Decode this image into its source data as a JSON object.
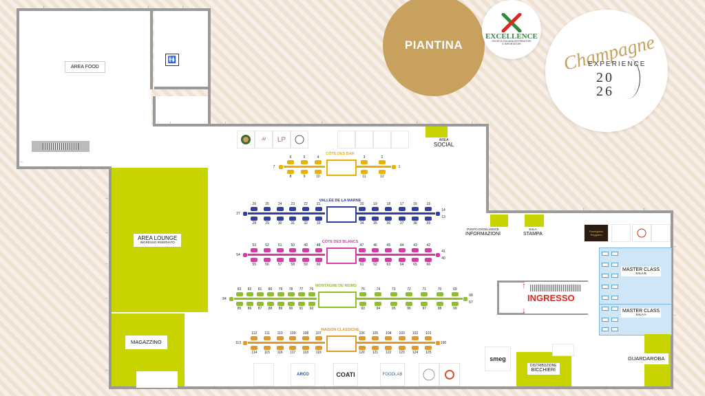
{
  "header": {
    "title": "PIANTINA",
    "excellence_logo_text": "EXCELLENCE",
    "excellence_sub": "SOCIETÀ ITALIANA DISTRIBUTORI E IMPORTATORI",
    "champagne_logo_text": "Champagne",
    "champagne_experience": "EXPERIENCE",
    "champagne_year_top": "20",
    "champagne_year_bottom": "26"
  },
  "areas": {
    "food": "AREA FOOD",
    "lounge": "AREA LOUNGE",
    "lounge_sub": "INGRESSO RISERVATO",
    "magazzino": "MAGAZZINO",
    "social_1": "AREA",
    "social_2": "SOCIAL",
    "info_1": "PUNTO EXCELLENCE",
    "info_2": "INFORMAZIONI",
    "stampa_1": "SALA",
    "stampa_2": "STAMPA",
    "ingresso": "INGRESSO",
    "mc_b_1": "MASTER CLASS",
    "mc_b_2": "SALA B",
    "mc_a_1": "MASTER CLASS",
    "mc_a_2": "SALA A",
    "guardaroba": "GUARDAROBA",
    "bicchieri_1": "DISTRIBUZIONE",
    "bicchieri_2": "BICCHIERI"
  },
  "sponsors": {
    "smeg": "smeg",
    "coati": "COATI",
    "foodlab": "FOODLAB",
    "arco": "ARCO",
    "poor": "Parmigiano Reggiano"
  },
  "colors": {
    "lime": "#c8d400",
    "gold": "#c9a15e",
    "wall": "#9a9a9a",
    "bar": "#e8b200",
    "marne": "#2f3fa0",
    "blancs": "#d63aa8",
    "reims": "#8cbf2a",
    "classiche": "#e09a2c",
    "ingresso": "#e2261b"
  },
  "rows": [
    {
      "title": "CÔTE DES BAR",
      "color": "#e8b200",
      "top_nums": [
        "6",
        "5",
        "4",
        "3",
        "2"
      ],
      "bottom_nums": [
        "8",
        "9",
        "10",
        "11",
        "12"
      ],
      "left_num": "7",
      "right_num": "1"
    },
    {
      "title": "VALLÉE DE LA MARNE",
      "color": "#2f3fa0",
      "top_nums": [
        "26",
        "25",
        "24",
        "23",
        "22",
        "21",
        "20",
        "19",
        "18",
        "17",
        "16",
        "15"
      ],
      "bottom_nums": [
        "28",
        "29",
        "30",
        "31",
        "32",
        "33",
        "34",
        "35",
        "36",
        "37",
        "38",
        "39"
      ],
      "left_num": "27",
      "right_top": "14",
      "right_bottom": "13"
    },
    {
      "title": "CÔTE DES BLANCS",
      "color": "#d63aa8",
      "top_nums": [
        "53",
        "52",
        "51",
        "50",
        "49",
        "48",
        "47",
        "46",
        "45",
        "44",
        "43",
        "42"
      ],
      "bottom_nums": [
        "55",
        "56",
        "57",
        "58",
        "59",
        "60",
        "61",
        "62",
        "63",
        "64",
        "65",
        "66"
      ],
      "left_num": "54",
      "right_top": "41",
      "right_bottom": "40"
    },
    {
      "title": "MONTAGNE DE REIMS",
      "color": "#8cbf2a",
      "top_nums": [
        "83",
        "82",
        "81",
        "80",
        "79",
        "78",
        "77",
        "76",
        "75",
        "74",
        "73",
        "72",
        "71",
        "70",
        "69"
      ],
      "bottom_nums": [
        "85",
        "86",
        "87",
        "88",
        "89",
        "90",
        "91",
        "92",
        "93",
        "94",
        "95",
        "96",
        "97",
        "98",
        "99"
      ],
      "left_num": "84",
      "right_top": "68",
      "right_bottom": "67"
    },
    {
      "title": "MAISON CLASSICHE",
      "color": "#e09a2c",
      "top_nums": [
        "112",
        "111",
        "110",
        "109",
        "108",
        "107",
        "106",
        "105",
        "104",
        "103",
        "102",
        "101"
      ],
      "bottom_nums": [
        "114",
        "115",
        "116",
        "117",
        "118",
        "119",
        "120",
        "121",
        "122",
        "123",
        "124",
        "125"
      ],
      "left_num": "113",
      "right_num": "100"
    }
  ]
}
